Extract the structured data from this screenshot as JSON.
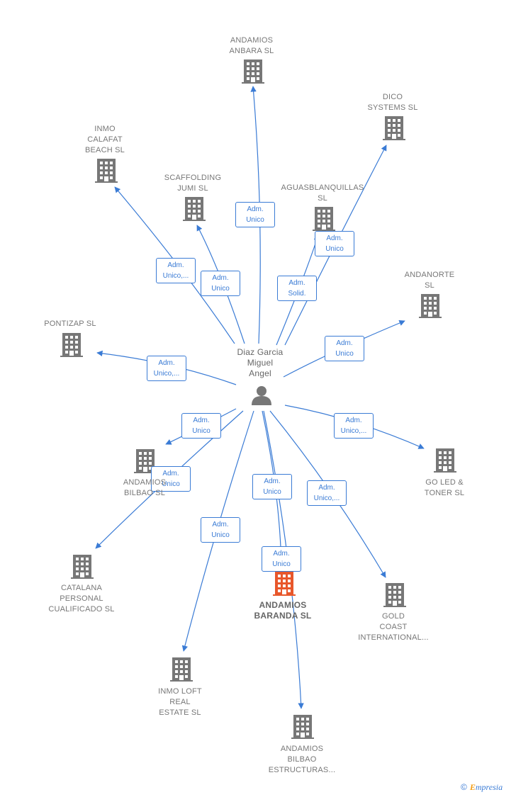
{
  "center": {
    "name": "Diaz Garcia\nMiguel\nAngel",
    "icon": "person-icon"
  },
  "nodes": [
    {
      "id": "andamios-anbara",
      "label": "ANDAMIOS\nANBARA  SL",
      "icon": "building-icon"
    },
    {
      "id": "dico-systems",
      "label": "DICO\nSYSTEMS SL",
      "icon": "building-icon"
    },
    {
      "id": "inmo-calafat",
      "label": "INMO\nCALAFAT\nBEACH  SL",
      "icon": "building-icon"
    },
    {
      "id": "scaffolding-jumi",
      "label": "SCAFFOLDING\nJUMI  SL",
      "icon": "building-icon"
    },
    {
      "id": "aguasblanquillas",
      "label": "AGUASBLANQUILLAS\nSL",
      "icon": "building-icon"
    },
    {
      "id": "andanorte",
      "label": "ANDANORTE\nSL",
      "icon": "building-icon"
    },
    {
      "id": "pontizap",
      "label": "PONTIZAP SL",
      "icon": "building-icon"
    },
    {
      "id": "andamios-bilbao-sl",
      "label": "ANDAMIOS\nBILBAO SL",
      "icon": "building-icon"
    },
    {
      "id": "go-led",
      "label": "GO LED &\nTONER  SL",
      "icon": "building-icon"
    },
    {
      "id": "catalana",
      "label": "CATALANA\nPERSONAL\nCUALIFICADO SL",
      "icon": "building-icon"
    },
    {
      "id": "andamios-baranda",
      "label": "ANDAMIOS\nBARANDA  SL",
      "icon": "building-icon",
      "highlight": true
    },
    {
      "id": "gold-coast",
      "label": "GOLD\nCOAST\nINTERNATIONAL...",
      "icon": "building-icon"
    },
    {
      "id": "inmo-loft",
      "label": "INMO LOFT\nREAL\nESTATE  SL",
      "icon": "building-icon"
    },
    {
      "id": "andamios-bilbao-estructuras",
      "label": "ANDAMIOS\nBILBAO\nESTRUCTURAS...",
      "icon": "building-icon"
    }
  ],
  "edges": [
    {
      "to": "andamios-anbara",
      "label": "Adm.\nUnico"
    },
    {
      "to": "dico-systems",
      "label": "Adm.\nUnico"
    },
    {
      "to": "inmo-calafat",
      "label": "Adm.\nUnico,..."
    },
    {
      "to": "scaffolding-jumi",
      "label": "Adm.\nUnico"
    },
    {
      "to": "aguasblanquillas",
      "label": "Adm.\nSolid."
    },
    {
      "to": "andanorte",
      "label": "Adm.\nUnico"
    },
    {
      "to": "pontizap",
      "label": "Adm.\nUnico,..."
    },
    {
      "to": "andamios-bilbao-sl",
      "label": "Adm.\nUnico"
    },
    {
      "to": "go-led",
      "label": "Adm.\nUnico,..."
    },
    {
      "to": "catalana",
      "label": "Adm.\nUnico"
    },
    {
      "to": "inmo-loft",
      "label": "Adm.\nUnico"
    },
    {
      "to": "andamios-baranda",
      "label": "Adm.\nUnico"
    },
    {
      "to": "gold-coast",
      "label": "Adm.\nUnico,..."
    },
    {
      "to": "andamios-bilbao-estructuras",
      "label": "Adm.\nUnico"
    }
  ],
  "colors": {
    "edge": "#3a7bd5",
    "node": "#777777",
    "highlight": "#e8572b"
  },
  "footer": {
    "copyright": "©",
    "brand_initial": "E",
    "brand_rest": "mpresia"
  }
}
